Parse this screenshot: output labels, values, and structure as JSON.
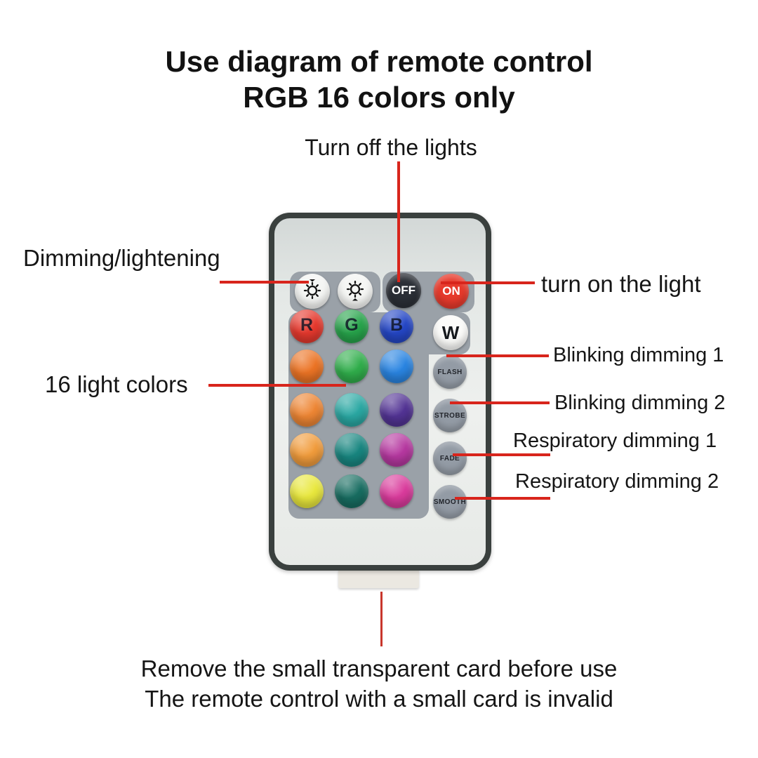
{
  "title": {
    "line1": "Use diagram of remote control",
    "line2": "RGB 16 colors only"
  },
  "annotations": {
    "turn_off": "Turn off the lights",
    "dimming": "Dimming/lightening",
    "turn_on": "turn on the light",
    "colors16": "16 light colors",
    "blink1": "Blinking dimming 1",
    "blink2": "Blinking dimming 2",
    "resp1": "Respiratory dimming 1",
    "resp2": "Respiratory dimming 2"
  },
  "footer": {
    "line1": "Remove the small transparent card before use",
    "line2": "The remote control with a small card is invalid"
  },
  "remote": {
    "buttons": {
      "off": "OFF",
      "on": "ON",
      "w": "W",
      "modes": [
        "FLASH",
        "STROBE",
        "FADE",
        "SMOOTH"
      ]
    },
    "icons": [
      "brightness-down-icon",
      "brightness-up-icon"
    ],
    "color_grid": {
      "letters": [
        "R",
        "G",
        "B"
      ],
      "rows": [
        [
          "#e6392e",
          "#27a44b",
          "#2547c6"
        ],
        [
          "#ec7425",
          "#30ae4b",
          "#2a85e2"
        ],
        [
          "#ee8634",
          "#2aa8a3",
          "#523394"
        ],
        [
          "#f19c3c",
          "#188680",
          "#b638a0"
        ],
        [
          "#e9e83d",
          "#186d61",
          "#da3b9c"
        ]
      ]
    },
    "colors": {
      "annotation_red": "#d8251c",
      "on_button": "#e73a2c",
      "off_button": "#2b2f36",
      "panel_gray": "#9aa1a8",
      "mode_button_gray": "#939ba5",
      "body_frame": "#3a403e"
    }
  }
}
